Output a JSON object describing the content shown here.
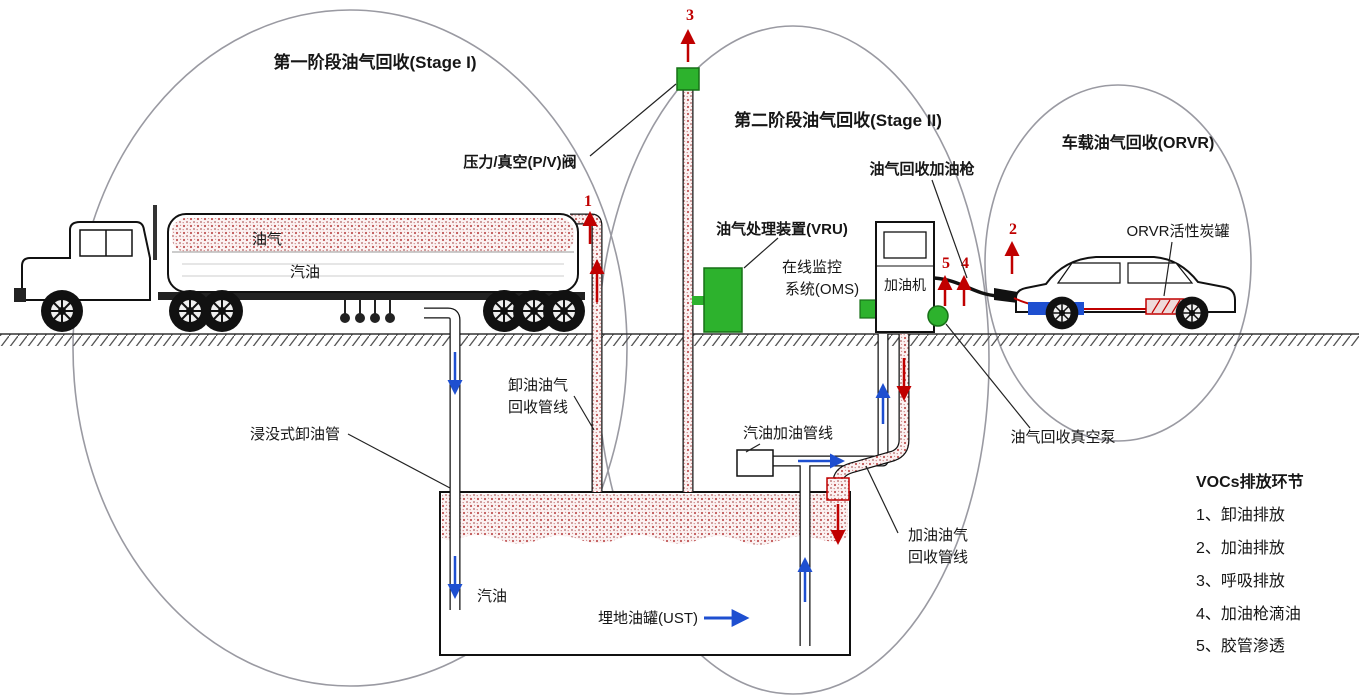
{
  "stages": {
    "stage1": "第一阶段油气回收(Stage I)",
    "stage2": "第二阶段油气回收(Stage II)",
    "orvr": "车载油气回收(ORVR)"
  },
  "equipment": {
    "pv_valve": "压力/真空(P/V)阀",
    "vru": "油气处理装置(VRU)",
    "oms_line1": "在线监控",
    "oms_line2": "系统(OMS)",
    "dispenser": "加油机",
    "vapor_nozzle": "油气回收加油枪",
    "vacuum_pump": "油气回收真空泵",
    "orvr_canister": "ORVR活性炭罐"
  },
  "pipes": {
    "unload_vapor_l1": "卸油油气",
    "unload_vapor_l2": "回收管线",
    "submerged_drop": "浸没式卸油管",
    "fuel_supply": "汽油加油管线",
    "refuel_vapor_l1": "加油油气",
    "refuel_vapor_l2": "回收管线"
  },
  "tanks": {
    "truck_vapor": "油气",
    "truck_gasoline": "汽油",
    "ust_gasoline": "汽油",
    "ust_name": "埋地油罐(UST)"
  },
  "emission_points": {
    "p1": "1",
    "p2": "2",
    "p3": "3",
    "p4": "4",
    "p5": "5"
  },
  "legend": {
    "title": "VOCs排放环节",
    "items": [
      "1、卸油排放",
      "2、加油排放",
      "3、呼吸排放",
      "4、加油枪滴油",
      "5、胶管渗透"
    ]
  },
  "colors": {
    "vapor_red": "#c00000",
    "liquid_blue": "#1e4fd0",
    "equipment_green": "#2db22d",
    "circle_gray": "#9a9aa2"
  }
}
